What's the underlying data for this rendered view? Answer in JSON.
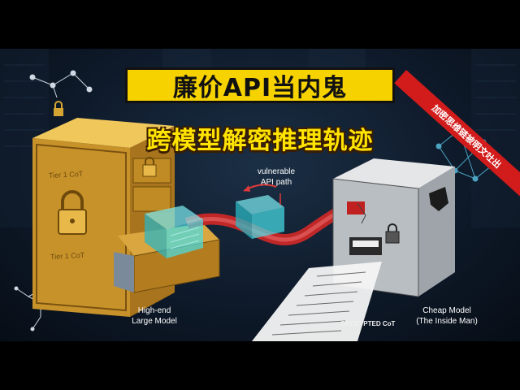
{
  "title": "廉价API当内鬼",
  "subtitle": "跨模型解密推理轨迹",
  "ribbon": "加密思维链被明文吐出",
  "labels": {
    "high_end": "High-end\nLarge Model",
    "cheap": "Cheap Model\n(The Inside Man)",
    "vulnerable": "vulnerable\nAPI path",
    "decrypted": "DECRYPTED CoT",
    "tier_top": "Tier 1 CoT",
    "tier_bottom": "Tier 1 CoT"
  },
  "colors": {
    "title_bg": "#f6d200",
    "subtitle": "#ffe400",
    "ribbon": "#d21b1b",
    "gold": "#d4a533",
    "tube": "#e03a3a",
    "glass": "#47e0e8"
  }
}
